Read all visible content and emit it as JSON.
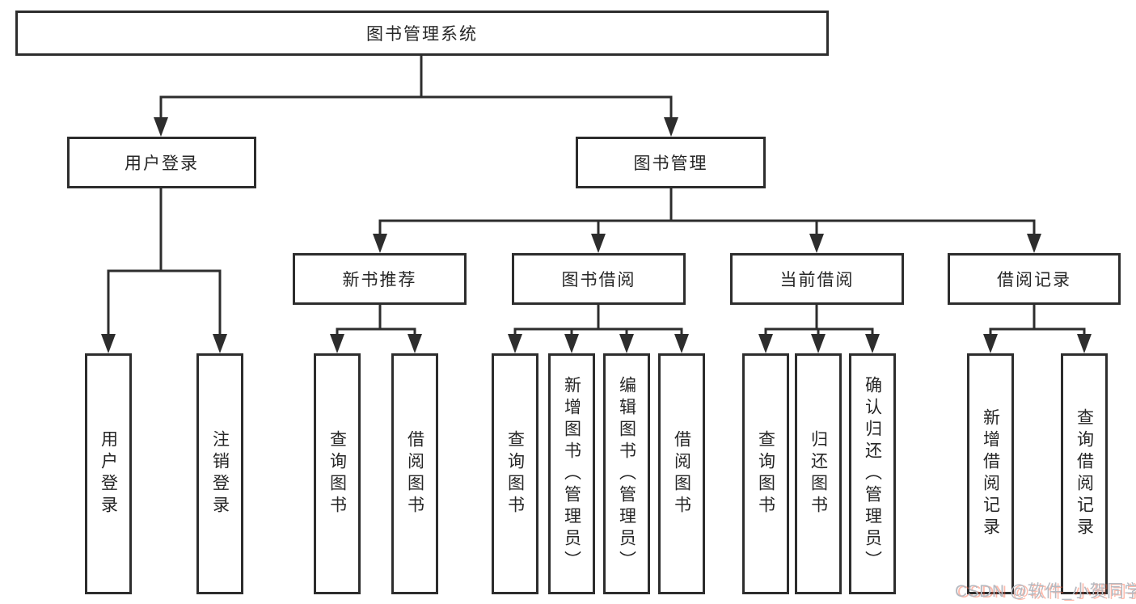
{
  "diagram": {
    "root": {
      "label": "图书管理系统"
    },
    "branches": [
      {
        "label": "用户登录",
        "children": [
          {
            "label": "用户登录"
          },
          {
            "label": "注销登录"
          }
        ]
      },
      {
        "label": "图书管理",
        "children": [
          {
            "label": "新书推荐",
            "children": [
              {
                "label": "查询图书"
              },
              {
                "label": "借阅图书"
              }
            ]
          },
          {
            "label": "图书借阅",
            "children": [
              {
                "label": "查询图书"
              },
              {
                "label": "新增图书（管理员）"
              },
              {
                "label": "编辑图书（管理员）"
              },
              {
                "label": "借阅图书"
              }
            ]
          },
          {
            "label": "当前借阅",
            "children": [
              {
                "label": "查询图书"
              },
              {
                "label": "归还图书"
              },
              {
                "label": "确认归还（管理员）"
              }
            ]
          },
          {
            "label": "借阅记录",
            "children": [
              {
                "label": "新增借阅记录"
              },
              {
                "label": "查询借阅记录"
              }
            ]
          }
        ]
      }
    ]
  },
  "watermark": {
    "text": "CSDN @软件_小贺同学"
  },
  "colors": {
    "line": "#2d2d2d",
    "text": "#262626",
    "box_fill": "#ffffff",
    "background": "#ffffff",
    "watermark_gray": "#b6bac1",
    "watermark_red": "#fc5531"
  }
}
